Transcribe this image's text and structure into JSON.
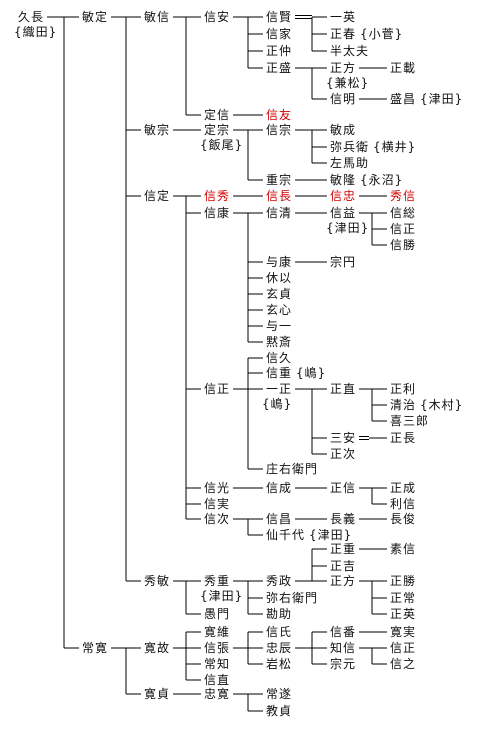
{
  "colors": {
    "text": "#111111",
    "highlight": "#d40000",
    "line": "#000000"
  },
  "nodes": [
    {
      "id": "hisanaga",
      "label": "久長",
      "note": "織田"
    },
    {
      "id": "toshisada",
      "label": "敏定"
    },
    {
      "id": "joukan",
      "label": "常寛"
    },
    {
      "id": "toshinobu",
      "label": "敏信"
    },
    {
      "id": "toshimune",
      "label": "敏宗"
    },
    {
      "id": "nobusada",
      "label": "信定"
    },
    {
      "id": "hidetoshi",
      "label": "秀敏"
    },
    {
      "id": "hiroyuki",
      "label": "寛故"
    },
    {
      "id": "hirosada",
      "label": "寛貞"
    },
    {
      "id": "nobuyasu_a",
      "label": "信安"
    },
    {
      "id": "sadanobu",
      "label": "定信"
    },
    {
      "id": "sadamune",
      "label": "定宗",
      "note": "飯尾"
    },
    {
      "id": "nobuhide",
      "label": "信秀",
      "red": true
    },
    {
      "id": "nobuyasu_k",
      "label": "信康"
    },
    {
      "id": "nobumasa",
      "label": "信正"
    },
    {
      "id": "nobumitsu",
      "label": "信光"
    },
    {
      "id": "nobuzane",
      "label": "信実"
    },
    {
      "id": "nobutsugu",
      "label": "信次"
    },
    {
      "id": "hideshige",
      "label": "秀重",
      "note": "津田"
    },
    {
      "id": "gumon",
      "label": "愚門"
    },
    {
      "id": "hiroi",
      "label": "寛維"
    },
    {
      "id": "nobuhari",
      "label": "信張"
    },
    {
      "id": "tsunetomo",
      "label": "常知"
    },
    {
      "id": "nobunao",
      "label": "信直"
    },
    {
      "id": "tadahiro",
      "label": "忠寛"
    },
    {
      "id": "nobukata",
      "label": "信賢"
    },
    {
      "id": "nobuie",
      "label": "信家"
    },
    {
      "id": "masanaka",
      "label": "正仲"
    },
    {
      "id": "masamori",
      "label": "正盛"
    },
    {
      "id": "nobutomo",
      "label": "信友",
      "red": true
    },
    {
      "id": "nobumune",
      "label": "信宗"
    },
    {
      "id": "shigemune",
      "label": "重宗"
    },
    {
      "id": "nobunaga",
      "label": "信長",
      "red": true
    },
    {
      "id": "nobukiyo",
      "label": "信清"
    },
    {
      "id": "yoyasu",
      "label": "与康"
    },
    {
      "id": "kyui",
      "label": "休以"
    },
    {
      "id": "gentei",
      "label": "玄貞"
    },
    {
      "id": "genshin",
      "label": "玄心"
    },
    {
      "id": "yoichi",
      "label": "与一"
    },
    {
      "id": "mokusai",
      "label": "黙斎"
    },
    {
      "id": "nobuhisa",
      "label": "信久"
    },
    {
      "id": "nobushige",
      "label": "信重",
      "note": "嶋"
    },
    {
      "id": "kazumasa",
      "label": "一正",
      "note": "嶋"
    },
    {
      "id": "shouemon",
      "label": "庄右衛門"
    },
    {
      "id": "nobunari",
      "label": "信成"
    },
    {
      "id": "nobumasa2",
      "label": "信昌"
    },
    {
      "id": "senchiyo",
      "label": "仙千代",
      "note": "津田"
    },
    {
      "id": "hidemasa",
      "label": "秀政"
    },
    {
      "id": "yaemon",
      "label": "弥右衛門"
    },
    {
      "id": "kageyu",
      "label": "勘助"
    },
    {
      "id": "nobuuji",
      "label": "信氏"
    },
    {
      "id": "tadatoki",
      "label": "忠辰"
    },
    {
      "id": "iwamatsu",
      "label": "岩松"
    },
    {
      "id": "tsunetou",
      "label": "常遂"
    },
    {
      "id": "norisada",
      "label": "教貞"
    },
    {
      "id": "ichiei",
      "label": "一英"
    },
    {
      "id": "masaharu",
      "label": "正春",
      "note": "小菅"
    },
    {
      "id": "handayu",
      "label": "半太夫"
    },
    {
      "id": "masakata",
      "label": "正方",
      "note": "兼松"
    },
    {
      "id": "nobuaki",
      "label": "信明"
    },
    {
      "id": "toshinari",
      "label": "敏成"
    },
    {
      "id": "yahyoe",
      "label": "弥兵衛",
      "note": "横井"
    },
    {
      "id": "samanosuke",
      "label": "左馬助"
    },
    {
      "id": "toshitaka",
      "label": "敏隆",
      "note": "永沼"
    },
    {
      "id": "nobutada",
      "label": "信忠",
      "red": true
    },
    {
      "id": "nobumasu",
      "label": "信益",
      "note": "津田"
    },
    {
      "id": "muneen",
      "label": "宗円"
    },
    {
      "id": "masanao",
      "label": "正直"
    },
    {
      "id": "sanan",
      "label": "三安"
    },
    {
      "id": "masatsugu",
      "label": "正次"
    },
    {
      "id": "masanobu_a",
      "label": "正信"
    },
    {
      "id": "nagayoshi",
      "label": "長義"
    },
    {
      "id": "masashige",
      "label": "正重"
    },
    {
      "id": "masayoshi",
      "label": "正吉"
    },
    {
      "id": "masakata2",
      "label": "正方"
    },
    {
      "id": "nobuban",
      "label": "信番"
    },
    {
      "id": "tomonobu",
      "label": "知信"
    },
    {
      "id": "munemoto",
      "label": "宗元"
    },
    {
      "id": "masanori",
      "label": "正載"
    },
    {
      "id": "morimasa",
      "label": "盛昌",
      "note": "津田"
    },
    {
      "id": "hidenobu",
      "label": "秀信",
      "red": true
    },
    {
      "id": "nobufusa",
      "label": "信総"
    },
    {
      "id": "nobumasa3",
      "label": "信正"
    },
    {
      "id": "nobukatsu",
      "label": "信勝"
    },
    {
      "id": "masatoshi",
      "label": "正利"
    },
    {
      "id": "kiyoji",
      "label": "清治",
      "note": "木村"
    },
    {
      "id": "kisaburo",
      "label": "喜三郎"
    },
    {
      "id": "masanaga",
      "label": "正長"
    },
    {
      "id": "masanari",
      "label": "正成"
    },
    {
      "id": "toshinobu2",
      "label": "利信"
    },
    {
      "id": "nagatoshi",
      "label": "長俊"
    },
    {
      "id": "motonobu",
      "label": "素信"
    },
    {
      "id": "masakatsu",
      "label": "正勝"
    },
    {
      "id": "masatsune",
      "label": "正常"
    },
    {
      "id": "masahide",
      "label": "正英"
    },
    {
      "id": "hirozane",
      "label": "寛実"
    },
    {
      "id": "nobumasa4",
      "label": "信正"
    },
    {
      "id": "nobuyuki",
      "label": "信之"
    }
  ]
}
